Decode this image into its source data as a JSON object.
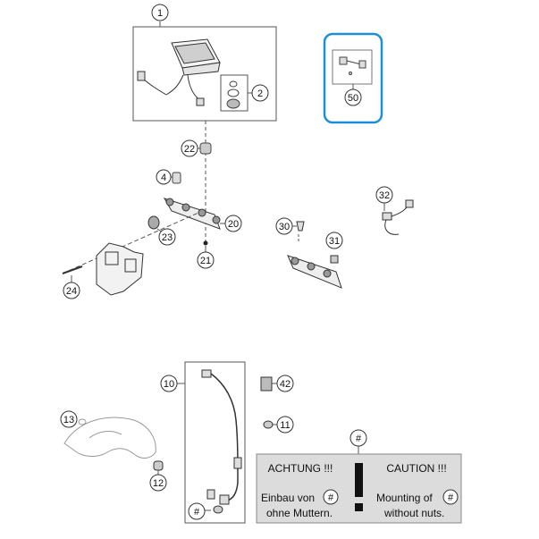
{
  "callouts": {
    "c1": "1",
    "c2": "2",
    "c4": "4",
    "c10": "10",
    "c11": "11",
    "c12": "12",
    "c13": "13",
    "c20": "20",
    "c21": "21",
    "c22": "22",
    "c23": "23",
    "c24": "24",
    "c30": "30",
    "c31": "31",
    "c32": "32",
    "c42": "42",
    "c50": "50",
    "hash_bottom": "#"
  },
  "warning": {
    "hash_top": "#",
    "de_title": "ACHTUNG !!!",
    "de_line1": "Einbau von",
    "de_hash": "#",
    "de_line2": "ohne Muttern.",
    "en_title": "CAUTION !!!",
    "en_line1": "Mounting of",
    "en_hash": "#",
    "en_line2": "without nuts.",
    "symbol": "!"
  },
  "colors": {
    "highlight_frame": "#1e8fd5",
    "warning_bg": "#dcdcdc",
    "line": "#555555"
  }
}
